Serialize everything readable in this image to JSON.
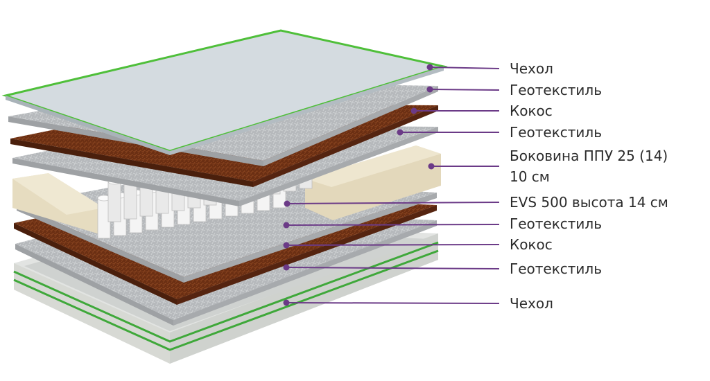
{
  "colors": {
    "leader": "#6b3a87",
    "label_text": "#2b2b2b",
    "cover_top": "#d3dbe1",
    "cover_border": "#4fbf3a",
    "geotextile": "#b9bcbf",
    "coconut": "#6b2f13",
    "foam": "#e6dcc0",
    "spring": "#f1f1f1",
    "bottom_cover_stripe": "#3fa83a"
  },
  "layers": [
    {
      "id": "cover-top",
      "label": "Чехол",
      "icon": "cover-layer"
    },
    {
      "id": "geotextile-1",
      "label": "Геотекстиль",
      "icon": "geotextile-layer"
    },
    {
      "id": "coconut-1",
      "label": "Кокос",
      "icon": "coconut-layer"
    },
    {
      "id": "geotextile-2",
      "label": "Геотекстиль",
      "icon": "geotextile-layer"
    },
    {
      "id": "foam-side",
      "label_line1": "Боковина ППУ 25 (14)",
      "label_line2": "10 см",
      "icon": "foam-side-block"
    },
    {
      "id": "springs",
      "label": "EVS 500 высота 14 см",
      "icon": "spring-block"
    },
    {
      "id": "geotextile-3",
      "label": "Геотекстиль",
      "icon": "geotextile-layer"
    },
    {
      "id": "coconut-2",
      "label": "Кокос",
      "icon": "coconut-layer"
    },
    {
      "id": "geotextile-4",
      "label": "Геотекстиль",
      "icon": "geotextile-layer"
    },
    {
      "id": "cover-bottom",
      "label": "Чехол",
      "icon": "cover-layer"
    }
  ]
}
